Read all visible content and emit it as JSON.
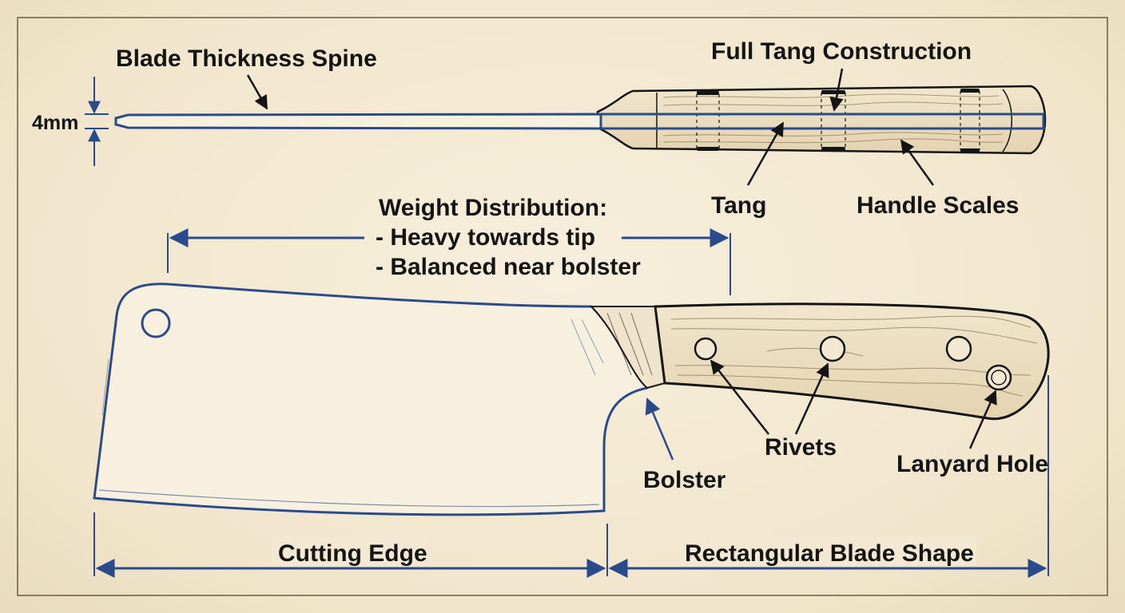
{
  "diagram": {
    "colors": {
      "blueprint_line": "#2b4a8c",
      "ink": "#141414",
      "wood": "#ece0c4",
      "paper": "#f3e9d2"
    },
    "labels": {
      "blade_thickness_spine": "Blade Thickness Spine",
      "thickness_value": "4mm",
      "full_tang_construction": "Full Tang Construction",
      "tang": "Tang",
      "handle_scales": "Handle Scales",
      "weight_distribution_title": "Weight Distribution:",
      "weight_line_1": "- Heavy towards tip",
      "weight_line_2": "- Balanced near bolster",
      "bolster": "Bolster",
      "rivets": "Rivets",
      "lanyard_hole": "Lanyard Hole",
      "cutting_edge": "Cutting Edge",
      "rectangular_blade_shape": "Rectangular Blade Shape"
    }
  }
}
